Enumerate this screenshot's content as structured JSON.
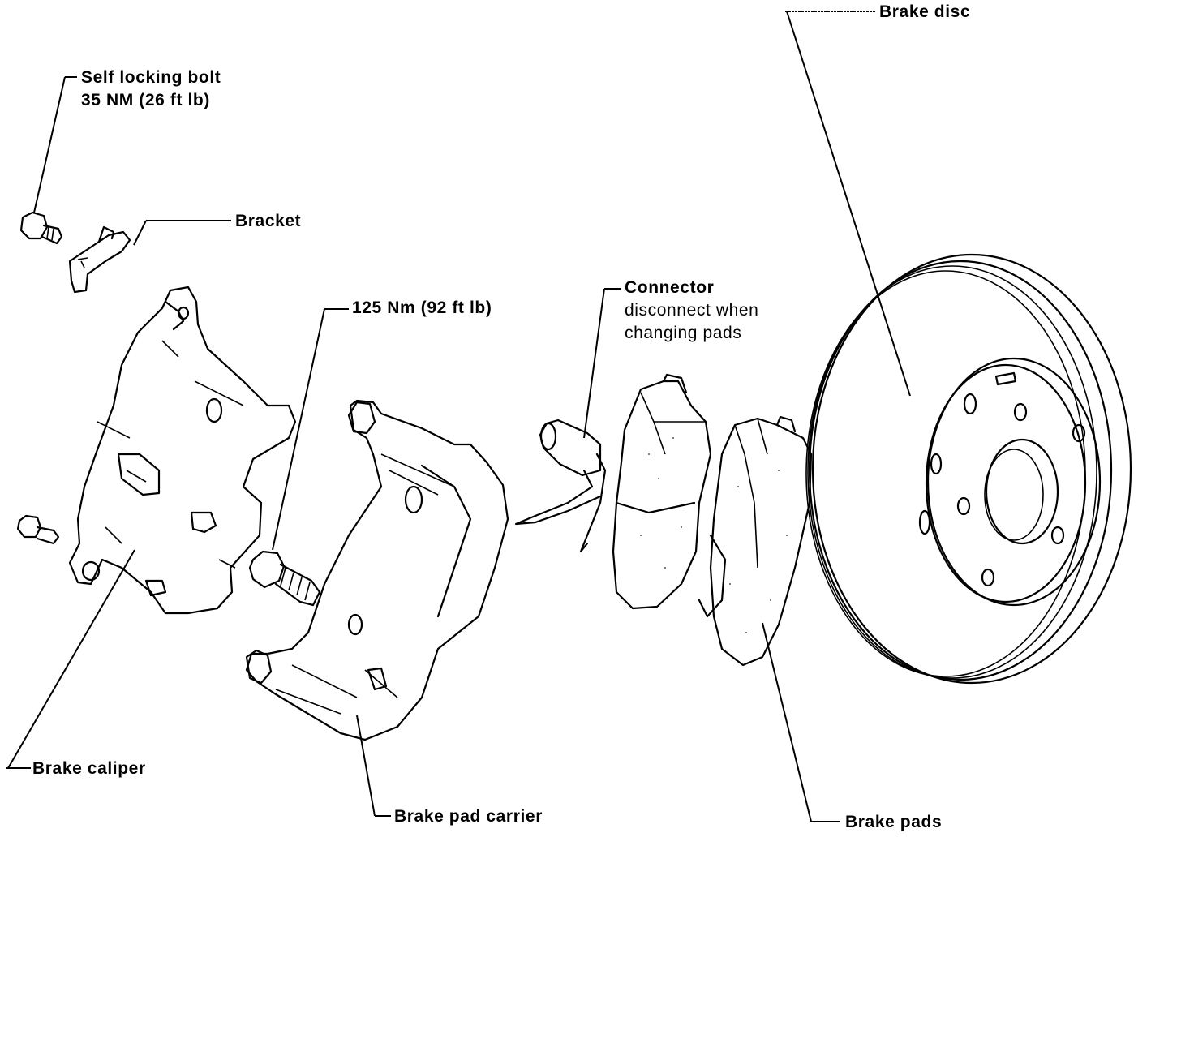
{
  "labels": {
    "brake_disc": "Brake disc",
    "self_locking_bolt": "Self locking bolt",
    "self_locking_bolt_torque": "35 NM (26 ft lb)",
    "bracket": "Bracket",
    "carrier_bolt_torque": "125 Nm (92 ft lb)",
    "connector": "Connector",
    "connector_note_1": "disconnect when",
    "connector_note_2": "changing pads",
    "brake_caliper": "Brake caliper",
    "brake_pad_carrier": "Brake pad carrier",
    "brake_pads": "Brake pads"
  }
}
